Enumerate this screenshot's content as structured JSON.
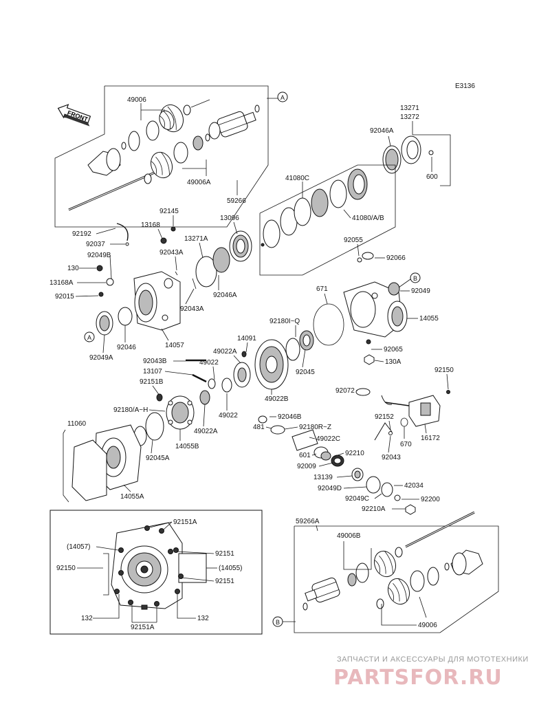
{
  "diagram": {
    "code": "E3136",
    "front_label": "FRONT",
    "callouts": {
      "a": "A",
      "b": "B"
    }
  },
  "labels": {
    "49006": "49006",
    "49006A": "49006A",
    "59266": "59266",
    "13271": "13271",
    "13272": "13272",
    "92046A_top": "92046A",
    "600": "600",
    "41080C": "41080C",
    "41080": "41080/A/B",
    "92145": "92145",
    "13168": "13168",
    "13096": "13096",
    "13271A": "13271A",
    "92192": "92192",
    "92037": "92037",
    "92043A_1": "92043A",
    "92049B": "92049B",
    "130": "130",
    "13168A": "13168A",
    "92015": "92015",
    "92046A_mid": "92046A",
    "92043A_2": "92043A",
    "92049A": "92049A",
    "92046": "92046",
    "14057": "14057",
    "92055": "92055",
    "92066": "92066",
    "671": "671",
    "92049": "92049",
    "14055": "14055",
    "92180_Q": "92180I~Q",
    "14091": "14091",
    "92065": "92065",
    "130A": "130A",
    "92043B": "92043B",
    "49022_a": "49022",
    "49022A_top": "49022A",
    "92045": "92045",
    "13107": "13107",
    "92151B": "92151B",
    "49022B": "49022B",
    "92150_right": "92150",
    "92072": "92072",
    "92180_H": "92180/A~H",
    "49022_b": "49022",
    "49022A_bot": "49022A",
    "92046B": "92046B",
    "481": "481",
    "92180R": "92180R~Z",
    "92152": "92152",
    "670": "670",
    "16172": "16172",
    "11060": "11060",
    "49022C": "49022C",
    "14055B": "14055B",
    "92045A": "92045A",
    "601": "601",
    "92210": "92210",
    "92043_c": "92043",
    "92009": "92009",
    "13139": "13139",
    "42034": "42034",
    "92049D": "92049D",
    "92049C": "92049C",
    "92200": "92200",
    "14055A": "14055A",
    "92210A": "92210A",
    "59266A": "59266A",
    "49006B": "49006B",
    "49006_bot": "49006",
    "inset_92151A_top": "92151A",
    "inset_14057": "(14057)",
    "inset_92151_1": "92151",
    "inset_92150": "92150",
    "inset_14055": "(14055)",
    "inset_92151_2": "92151",
    "inset_132_left": "132",
    "inset_132_right": "132",
    "inset_92151A_bot": "92151A"
  },
  "watermark": {
    "tagline": "ЗАПЧАСТИ И АКСЕССУАРЫ ДЛЯ МОТОТЕХНИКИ",
    "brand": "PARTSFOR.RU"
  }
}
